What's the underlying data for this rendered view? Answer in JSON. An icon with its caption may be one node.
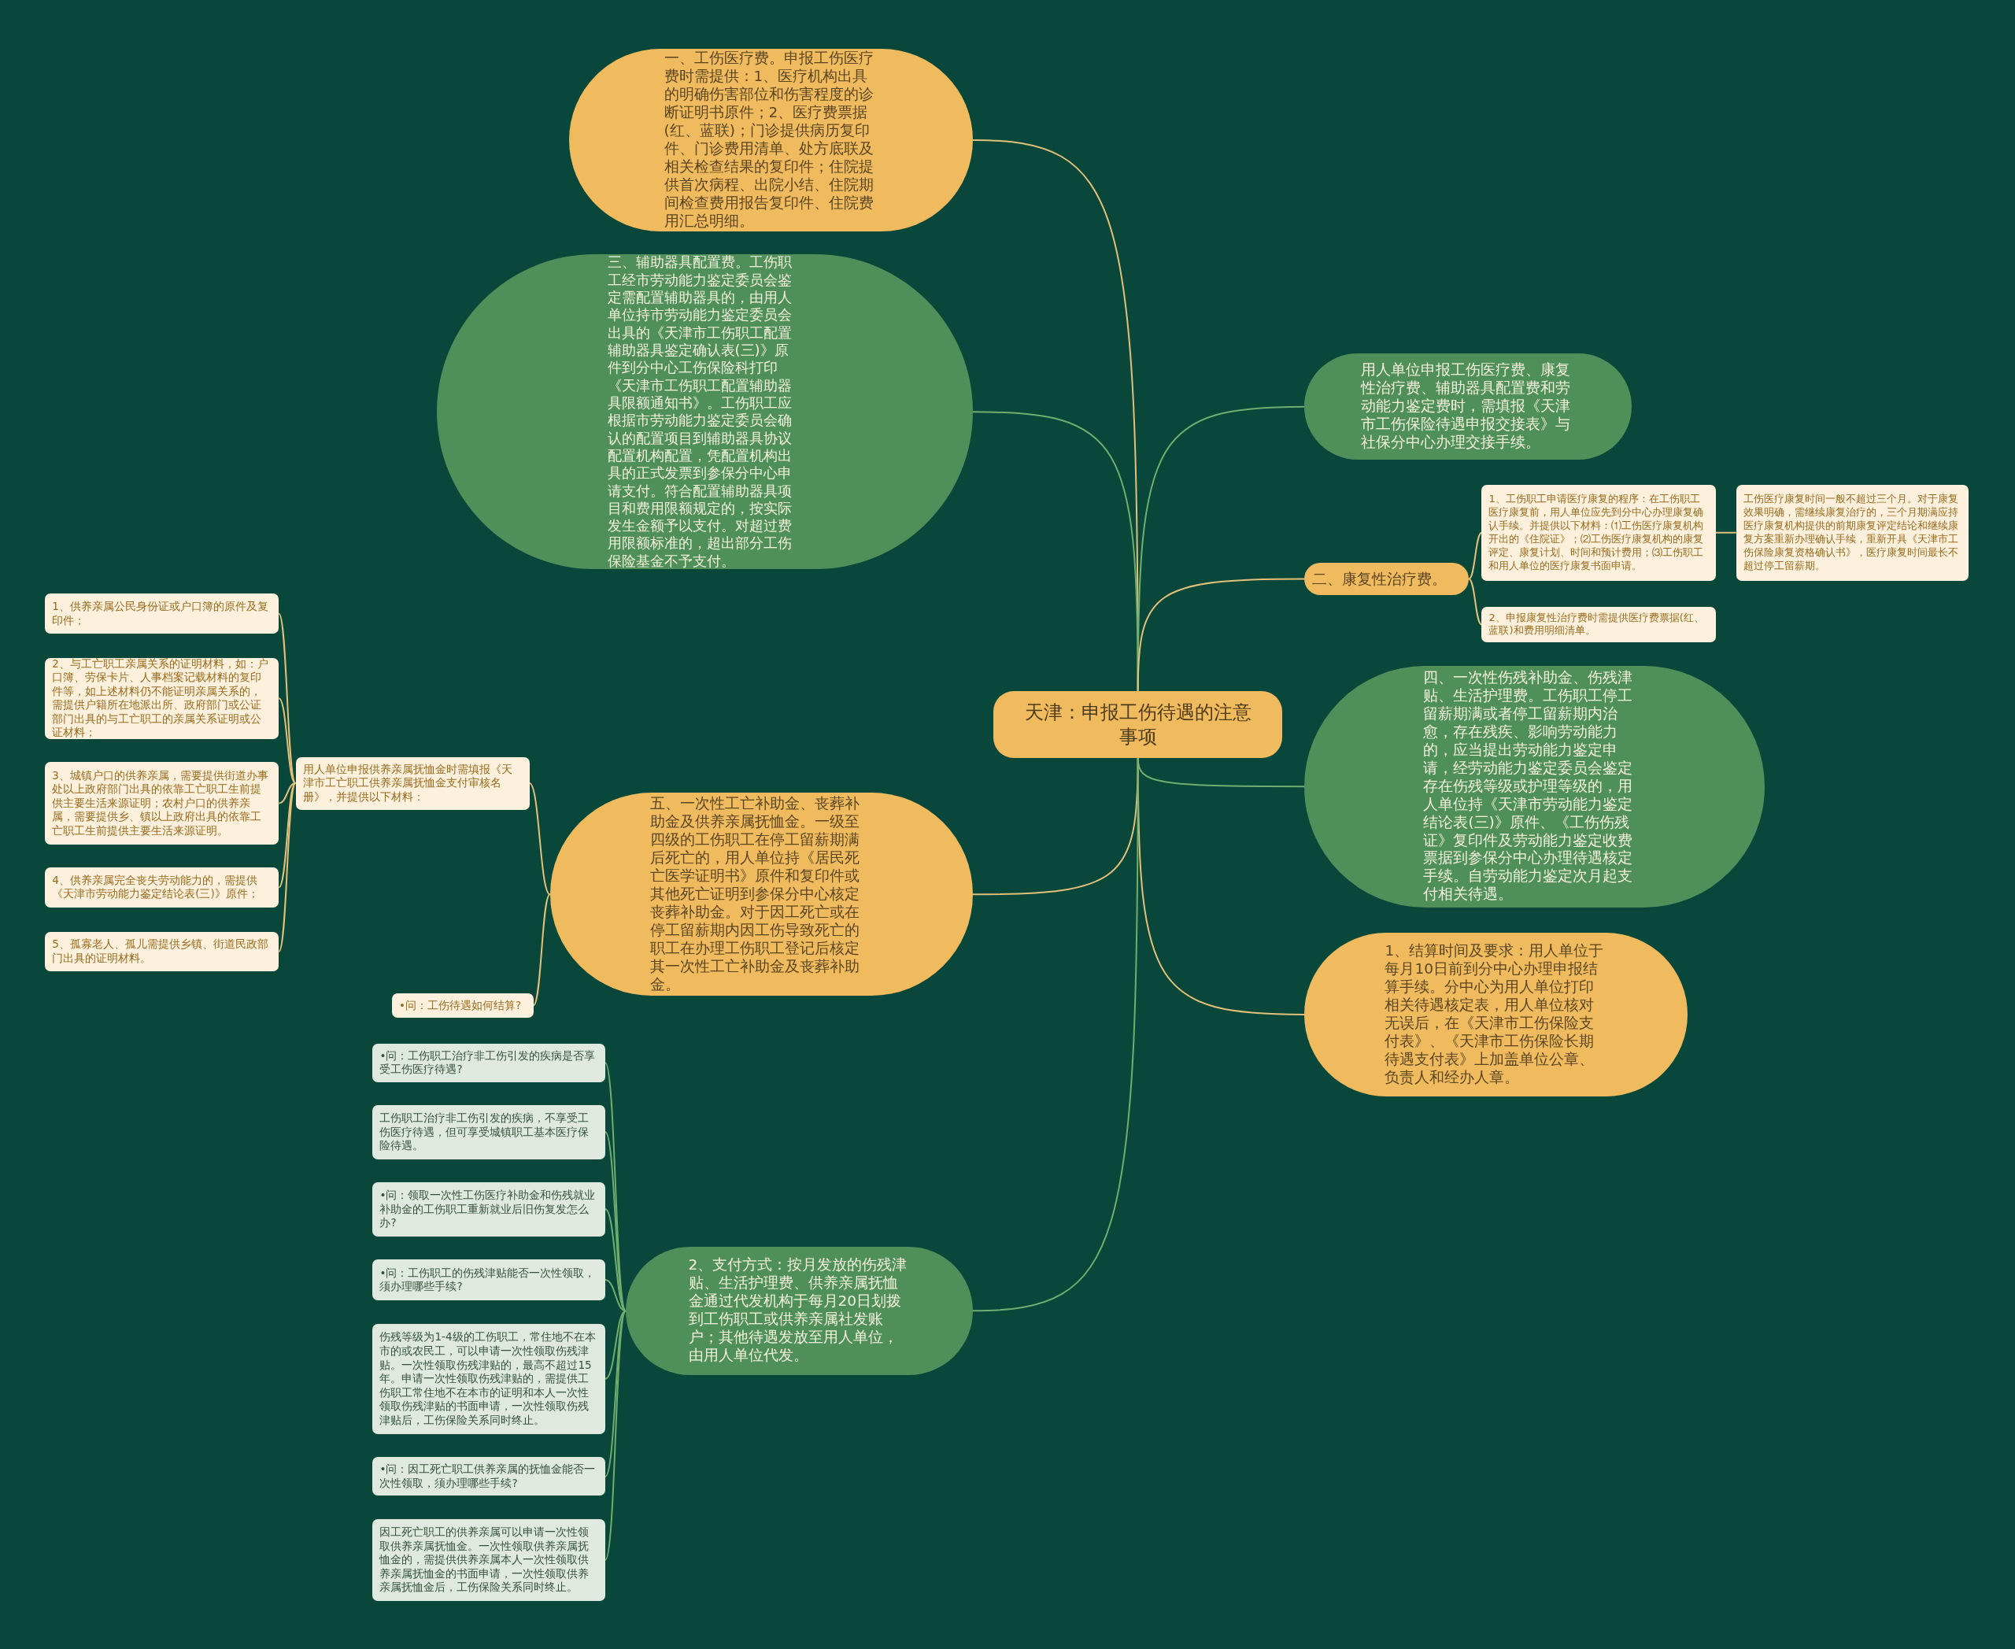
{
  "diagram": {
    "nodes": [
      {
        "text": [
          "天津：申报工伤待遇的注意事项"
        ]
      },
      {
        "text": [
          "一、工伤医疗费。申报工伤医疗费时需提供：1、医疗机构出具的明确伤害部位和伤害程度的诊断证明书原件；2、医疗费票据(红、蓝联)；门诊提供病历复印件、门诊费用清单、处方底联及相关检查结果的复印件；住院提供首次病程、出院小结、住院期间检查费用报告复印件、住院费用汇总明细。"
        ]
      },
      {
        "text": [
          "三、辅助器具配置费。工伤职工经市劳动能力鉴定委员会鉴定需配置辅助器具的，由用人单位持市劳动能力鉴定委员会出具的《天津市工伤职工配置辅助器具鉴定确认表(三)》原件到分中心工伤保险科打印《天津市工伤职工配置辅助器具限额通知书》。工伤职工应根据市劳动能力鉴定委员会确认的配置项目到辅助器具协议配置机构配置，凭配置机构出具的正式发票到参保分中心申请支付。符合配置辅助器具项目和费用限额规定的，按实际发生金额予以支付。对超过费用限额标准的，超出部分工伤保险基金不予支付。"
        ]
      },
      {
        "text": [
          "用人单位申报工伤医疗费、康复性治疗费、辅助器具配置费和劳动能力鉴定费时，需填报《天津市工伤保险待遇申报交接表》与社保分中心办理交接手续。"
        ]
      },
      {
        "text": [
          "二、康复性治疗费。"
        ]
      },
      {
        "text": [
          "1、工伤职工申请医疗康复的程序：在工伤职工医疗康复前，用人单位应先到分中心办理康复确认手续。并提供以下材料：⑴工伤医疗康复机构开出的《住院证》；⑵工伤医疗康复机构的康复评定、康复计划、时间和预计费用；⑶工伤职工和用人单位的医疗康复书面申请。"
        ]
      },
      {
        "text": [
          "工伤医疗康复时间一般不超过三个月。对于康复效果明确，需继续康复治疗的，三个月期满应持医疗康复机构提供的前期康复评定结论和继续康复方案重新办理确认手续，重新开具《天津市工伤保险康复资格确认书》，医疗康复时间最长不超过停工留薪期。"
        ]
      },
      {
        "text": [
          "2、申报康复性治疗费时需提供医疗费票据(红、蓝联)和费用明细清单。"
        ]
      },
      {
        "text": [
          "四、一次性伤残补助金、伤残津贴、生活护理费。工伤职工停工留薪期满或者停工留薪期内治愈，存在残疾、影响劳动能力的，应当提出劳动能力鉴定申请，经劳动能力鉴定委员会鉴定存在伤残等级或护理等级的，用人单位持《天津市劳动能力鉴定结论表(三)》原件、《工伤伤残证》复印件及劳动能力鉴定收费票据到参保分中心办理待遇核定手续。自劳动能力鉴定次月起支付相关待遇。"
        ]
      },
      {
        "text": [
          "1、结算时间及要求：用人单位于每月10日前到分中心办理申报结算手续。分中心为用人单位打印相关待遇核定表，用人单位核对无误后，在《天津市工伤保险支付表》、《天津市工伤保险长期待遇支付表》上加盖单位公章、负责人和经办人章。"
        ]
      },
      {
        "text": [
          "五、一次性工亡补助金、丧葬补助金及供养亲属抚恤金。一级至四级的工伤职工在停工留薪期满后死亡的，用人单位持《居民死亡医学证明书》原件和复印件或其他死亡证明到参保分中心核定丧葬补助金。对于因工死亡或在停工留薪期内因工伤导致死亡的职工在办理工伤职工登记后核定其一次性工亡补助金及丧葬补助金。"
        ]
      },
      {
        "text": [
          "用人单位申报供养亲属抚恤金时需填报《天津市工亡职工供养亲属抚恤金支付审核名册》，并提供以下材料："
        ]
      },
      {
        "text": [
          "1、供养亲属公民身份证或户口簿的原件及复印件；"
        ]
      },
      {
        "text": [
          "2、与工亡职工亲属关系的证明材料，如：户口簿、劳保卡片、人事档案记载材料的复印件等，如上述材料仍不能证明亲属关系的，需提供户籍所在地派出所、政府部门或公证部门出具的与工亡职工的亲属关系证明或公证材料；"
        ]
      },
      {
        "text": [
          "3、城镇户口的供养亲属，需要提供街道办事处以上政府部门出具的依靠工亡职工生前提供主要生活来源证明；农村户口的供养亲属，需要提供乡、镇以上政府出具的依靠工亡职工生前提供主要生活来源证明。"
        ]
      },
      {
        "text": [
          "4、供养亲属完全丧失劳动能力的，需提供《天津市劳动能力鉴定结论表(三)》原件；"
        ]
      },
      {
        "text": [
          "5、孤寡老人、孤儿需提供乡镇、街道民政部门出具的证明材料。"
        ]
      },
      {
        "text": [
          "•问：工伤待遇如何结算?"
        ]
      },
      {
        "text": [
          "2、支付方式：按月发放的伤残津贴、生活护理费、供养亲属抚恤金通过代发机构于每月20日划拨到工伤职工或供养亲属社发账户；其他待遇发放至用人单位，由用人单位代发。"
        ]
      },
      {
        "text": [
          "•问：工伤职工治疗非工伤引发的疾病是否享受工伤医疗待遇?"
        ]
      },
      {
        "text": [
          "工伤职工治疗非工伤引发的疾病，不享受工伤医疗待遇，但可享受城镇职工基本医疗保险待遇。"
        ]
      },
      {
        "text": [
          "•问：领取一次性工伤医疗补助金和伤残就业补助金的工伤职工重新就业后旧伤复发怎么办?"
        ]
      },
      {
        "text": [
          "•问：工伤职工的伤残津贴能否一次性领取，须办理哪些手续?"
        ]
      },
      {
        "text": [
          "伤残等级为1-4级的工伤职工，常住地不在本市的或农民工，可以申请一次性领取伤残津贴。一次性领取伤残津贴的，最高不超过15年。申请一次性领取伤残津贴的，需提供工伤职工常住地不在本市的证明和本人一次性领取伤残津贴的书面申请，一次性领取伤残津贴后，工伤保险关系同时终止。"
        ]
      },
      {
        "text": [
          "•问：因工死亡职工供养亲属的抚恤金能否一次性领取，须办理哪些手续?"
        ]
      },
      {
        "text": [
          "因工死亡职工的供养亲属可以申请一次性领取供养亲属抚恤金。一次性领取供养亲属抚恤金的，需提供供养亲属本人一次性领取供养亲属抚恤金的书面申请，一次性领取供养亲属抚恤金后，工伤保险关系同时终止。"
        ]
      }
    ],
    "edges": [
      {
        "from": 0,
        "to": 1,
        "arrow": "none"
      },
      {
        "from": 0,
        "to": 2,
        "arrow": "none",
        "color": "#6fae6f"
      },
      {
        "from": 0,
        "to": 3,
        "arrow": "none",
        "color": "#6fae6f"
      },
      {
        "from": 0,
        "to": 4,
        "arrow": "none"
      },
      {
        "from": 4,
        "to": 5,
        "arrow": "none"
      },
      {
        "from": 5,
        "to": 6,
        "arrow": "none"
      },
      {
        "from": 4,
        "to": 7,
        "arrow": "none"
      },
      {
        "from": 0,
        "to": 8,
        "arrow": "none",
        "color": "#6fae6f"
      },
      {
        "from": 0,
        "to": 9,
        "arrow": "none"
      },
      {
        "from": 0,
        "to": 10,
        "arrow": "none"
      },
      {
        "from": 10,
        "to": 11,
        "arrow": "none"
      },
      {
        "from": 11,
        "to": 12,
        "arrow": "none"
      },
      {
        "from": 11,
        "to": 13,
        "arrow": "none"
      },
      {
        "from": 11,
        "to": 14,
        "arrow": "none"
      },
      {
        "from": 11,
        "to": 15,
        "arrow": "none"
      },
      {
        "from": 11,
        "to": 16,
        "arrow": "none"
      },
      {
        "from": 10,
        "to": 17,
        "arrow": "none"
      },
      {
        "from": 0,
        "to": 18,
        "arrow": "none",
        "color": "#6fae6f"
      },
      {
        "from": 18,
        "to": 19,
        "arrow": "none",
        "color": "#6fae6f"
      },
      {
        "from": 18,
        "to": 20,
        "arrow": "none",
        "color": "#6fae6f"
      },
      {
        "from": 18,
        "to": 21,
        "arrow": "none",
        "color": "#6fae6f"
      },
      {
        "from": 18,
        "to": 22,
        "arrow": "none",
        "color": "#6fae6f"
      },
      {
        "from": 18,
        "to": 23,
        "arrow": "none",
        "color": "#6fae6f"
      },
      {
        "from": 18,
        "to": 24,
        "arrow": "none",
        "color": "#6fae6f"
      },
      {
        "from": 18,
        "to": 25,
        "arrow": "none",
        "color": "#6fae6f"
      }
    ]
  }
}
